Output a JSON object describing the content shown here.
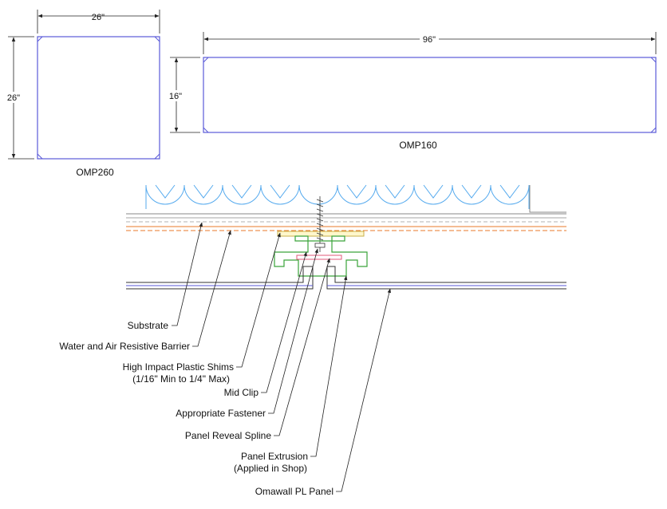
{
  "panels": [
    {
      "name": "OMP260",
      "width_label": "26\"",
      "height_label": "26\""
    },
    {
      "name": "OMP160",
      "width_label": "96\"",
      "height_label": "16\""
    }
  ],
  "callouts": [
    {
      "text": "Substrate"
    },
    {
      "text": "Water and Air Resistive Barrier"
    },
    {
      "text": "High Impact Plastic Shims",
      "text2": "(1/16\" Min to 1/4\" Max)"
    },
    {
      "text": "Mid Clip"
    },
    {
      "text": "Appropriate Fastener"
    },
    {
      "text": "Panel Reveal Spline"
    },
    {
      "text": "Panel Extrusion",
      "text2": "(Applied in Shop)"
    },
    {
      "text": "Omawall PL Panel"
    }
  ],
  "colors": {
    "panel_outline": "#5a5ad8",
    "dimension": "#222222",
    "insulation": "#55aaee",
    "barrier": "#e87a2a",
    "shim": "#c8b04a",
    "clip": "#3aa43a",
    "spline": "#e05a7a"
  }
}
